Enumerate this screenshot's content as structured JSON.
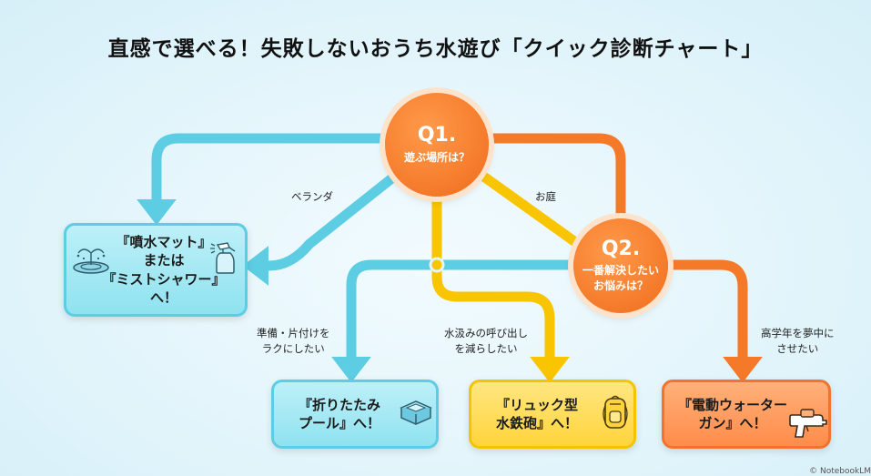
{
  "title": "直感で選べる！失敗しないおうち水遊び「クイック診断チャート」",
  "colors": {
    "cyan": "#5ccde3",
    "yellow": "#f9c400",
    "orange": "#f47a2a"
  },
  "questions": [
    {
      "id": "q1",
      "number": "Q1.",
      "text": "遊ぶ場所は？"
    },
    {
      "id": "q2",
      "number": "Q2.",
      "text": "一番解決したい\nお悩みは？"
    }
  ],
  "edge_labels": {
    "veranda": "ベランダ",
    "garden": "お庭",
    "prep_cleanup": "準備・片付けを\nラクにしたい",
    "water_trips": "水汲みの呼び出し\nを減らしたい",
    "older_kids": "高学年を夢中に\nさせたい"
  },
  "results": [
    {
      "id": "mist",
      "label": "『噴水マット』\nまたは\n『ミストシャワー』へ！",
      "icons": [
        "fountain-mat-icon",
        "spray-bottle-icon"
      ]
    },
    {
      "id": "pool",
      "label": "『折りたたみ\nプール』へ！",
      "icons": [
        "folding-pool-icon"
      ]
    },
    {
      "id": "backpack",
      "label": "『リュック型\n水鉄砲』へ！",
      "icons": [
        "backpack-water-gun-icon"
      ]
    },
    {
      "id": "watergun",
      "label": "『電動ウォーター\nガン』へ！",
      "icons": [
        "electric-water-gun-icon"
      ]
    }
  ],
  "copyright": "© NotebookLM"
}
